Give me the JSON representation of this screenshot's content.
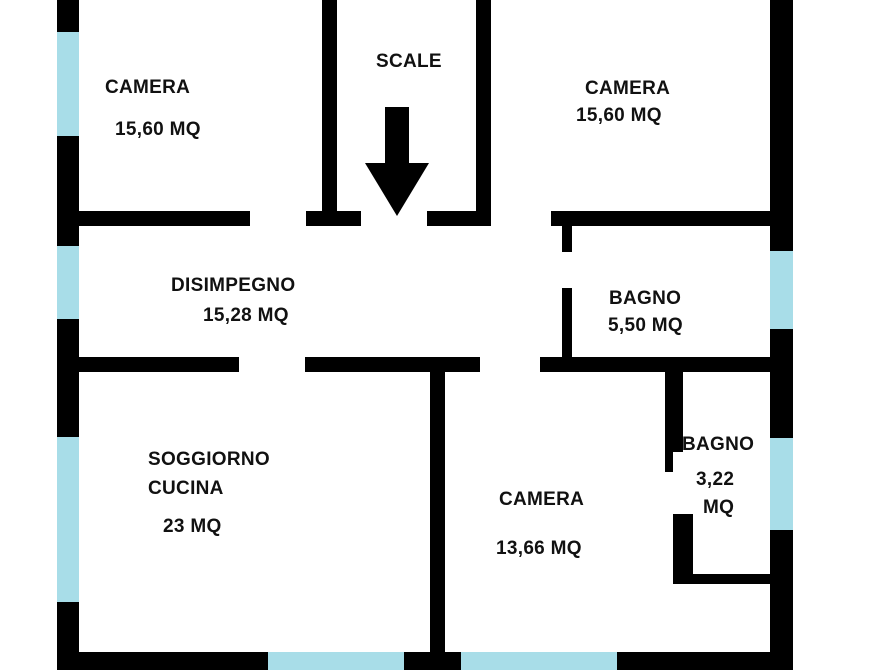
{
  "rooms": {
    "camera_top_left": {
      "name": "CAMERA",
      "area": "15,60 MQ"
    },
    "scale": {
      "name": "SCALE"
    },
    "camera_top_right": {
      "name": "CAMERA",
      "area": "15,60 MQ"
    },
    "disimpegno": {
      "name": "DISIMPEGNO",
      "area": "15,28 MQ"
    },
    "bagno_large": {
      "name": "BAGNO",
      "area": "5,50 MQ"
    },
    "soggiorno": {
      "line1": "SOGGIORNO",
      "line2": "CUCINA",
      "area": "23 MQ"
    },
    "camera_bottom": {
      "name": "CAMERA",
      "area": "13,66 MQ"
    },
    "bagno_small": {
      "name": "BAGNO",
      "area_line1": "3,22",
      "area_line2": "MQ"
    }
  },
  "colors": {
    "wall": "#000000",
    "window": "#a8dde8",
    "background": "#ffffff"
  },
  "icons": {
    "stairs_direction": "down-arrow-icon"
  }
}
